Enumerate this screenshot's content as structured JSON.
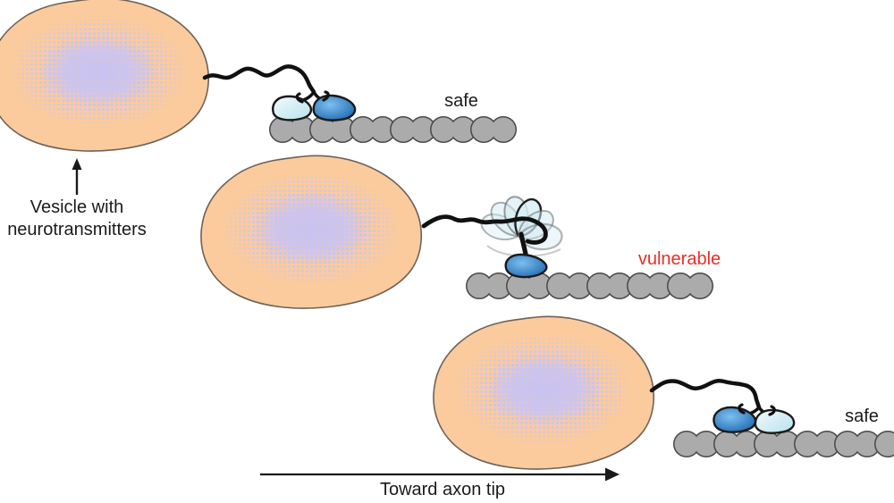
{
  "figure": {
    "labels": {
      "state_top": "safe",
      "state_middle": "vulnerable",
      "state_bottom": "safe",
      "vesicle_caption": "Vesicle with neurotransmitters",
      "direction_caption": "Toward axon tip"
    },
    "colors": {
      "vesicle_fill": "#fbcb9d",
      "vesicle_outline": "#6d6258",
      "neurotransmitter_dots": "#c7c3f4",
      "microtubule_fill": "#ababab",
      "microtubule_outline": "#4a4a4a",
      "motor_head_light": "#cfeaf2",
      "motor_head_dark": "#1e6cb2",
      "motor_tail": "#111111",
      "safe_text": "#1a1a1a",
      "vulnerable_text": "#ea2d25"
    }
  }
}
